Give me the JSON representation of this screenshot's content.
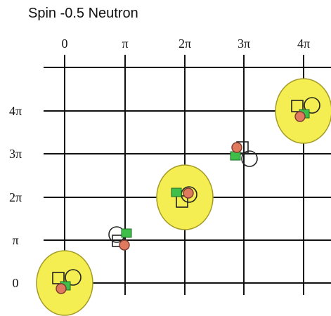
{
  "title": "Spin -0.5 Neutron",
  "x_ticks": [
    "0",
    "π",
    "2π",
    "3π",
    "4π"
  ],
  "y_ticks": [
    "4π",
    "3π",
    "2π",
    "π",
    "0"
  ],
  "colors": {
    "grid": "#111111",
    "halo": "#f4ee52",
    "halo_stroke": "#a39a26",
    "ball": "#e07a5f",
    "ball_stroke": "#7a3a2c",
    "square_green": "#3fbf4a",
    "outline": "#222222",
    "white": "#ffffff"
  },
  "states": [
    {
      "col": "0",
      "row": "0",
      "halo": true,
      "orientation": "a"
    },
    {
      "col": "π",
      "row": "π",
      "halo": false,
      "orientation": "b"
    },
    {
      "col": "2π",
      "row": "2π",
      "halo": true,
      "orientation": "c"
    },
    {
      "col": "3π",
      "row": "3π",
      "halo": false,
      "orientation": "d"
    },
    {
      "col": "4π",
      "row": "4π",
      "halo": true,
      "orientation": "a"
    }
  ]
}
